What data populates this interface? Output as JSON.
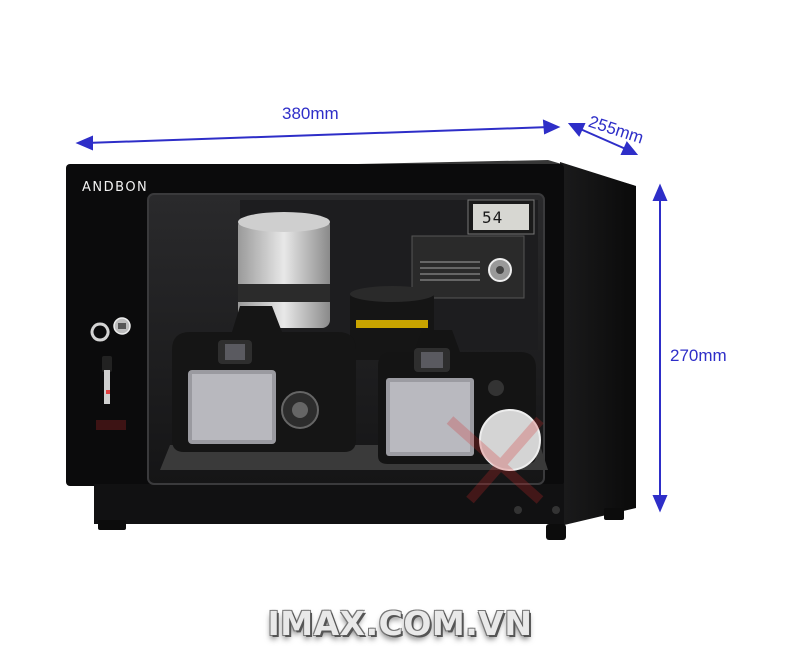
{
  "dimensions": {
    "width_label": "380mm",
    "depth_label": "255mm",
    "height_label": "270mm"
  },
  "cabinet": {
    "brand": "ANDBON",
    "hygrometer_reading": "54"
  },
  "site": {
    "watermark": "IMAX.COM.VN"
  },
  "colors": {
    "dimension_lines": "#2e2ec8",
    "cabinet_body": "#0b0b0c",
    "watermark_accent": "#d42a2a"
  }
}
